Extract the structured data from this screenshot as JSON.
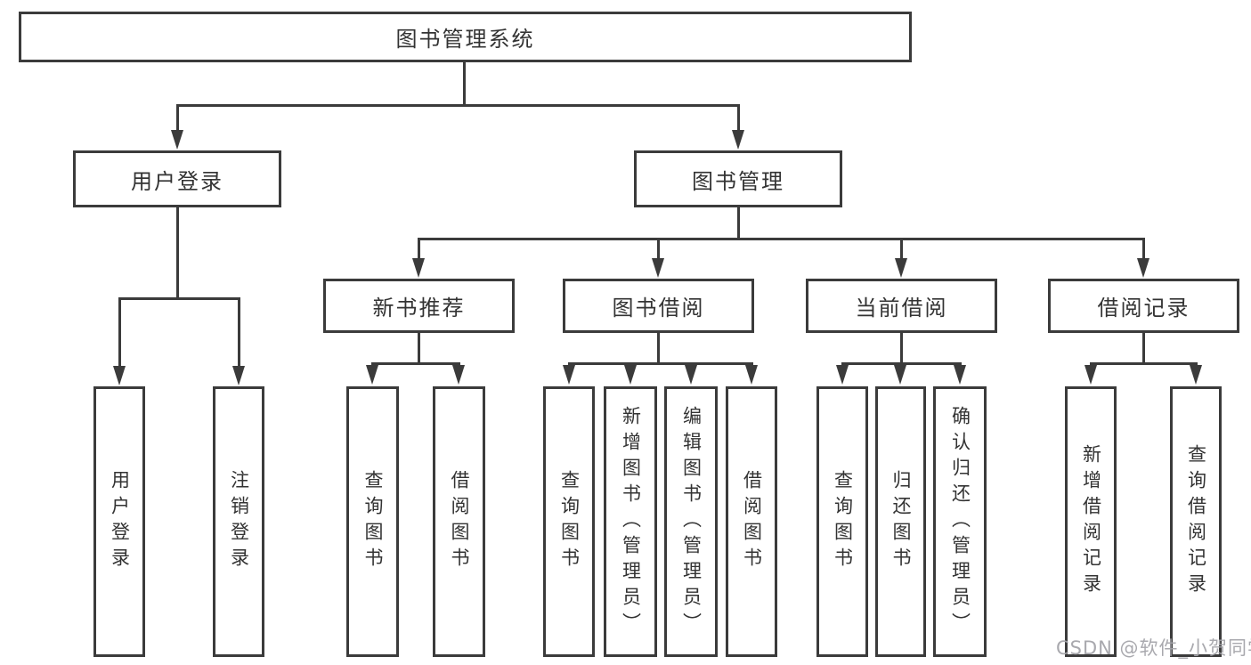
{
  "diagram": {
    "root": {
      "label": "图书管理系统"
    },
    "level2": [
      {
        "label": "用户登录"
      },
      {
        "label": "图书管理"
      }
    ],
    "level3": [
      {
        "label": "新书推荐"
      },
      {
        "label": "图书借阅"
      },
      {
        "label": "当前借阅"
      },
      {
        "label": "借阅记录"
      }
    ],
    "leaves": {
      "userLogin": [
        "用户登录",
        "注销登录"
      ],
      "newBookRecommend": [
        "查询图书",
        "借阅图书"
      ],
      "bookBorrow": [
        "查询图书",
        "新增图书（管理员）",
        "编辑图书（管理员）",
        "借阅图书"
      ],
      "currentBorrow": [
        "查询图书",
        "归还图书",
        "确认归还（管理员）"
      ],
      "borrowRecords": [
        "新增借阅记录",
        "查询借阅记录"
      ]
    }
  },
  "watermark": "CSDN @软件_小贺同学",
  "colors": {
    "line": "#3b3b3b",
    "text": "#333333",
    "watermark": "#a4a4aa",
    "background": "#ffffff"
  }
}
